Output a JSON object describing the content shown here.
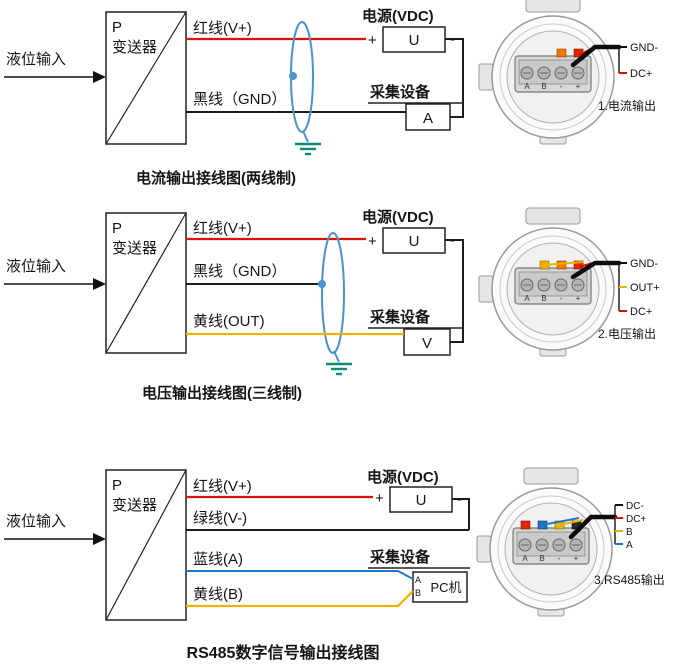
{
  "colors": {
    "red": "#e01000",
    "dark": "#1c1c1c",
    "blue": "#1e78c8",
    "yellow": "#ecb200",
    "shield": "#4a93cc",
    "ground": "#0f8a78"
  },
  "sections": [
    {
      "input_label": "液位输入",
      "transmitter": {
        "symbol": "P",
        "name": "变送器"
      },
      "wire_labels": {
        "w1": "红线(V+)",
        "w2": "黑线（GND）"
      },
      "power": {
        "title": "电源(VDC)",
        "plus": "+",
        "minus": "-",
        "unit": "U"
      },
      "collector": {
        "title": "采集设备",
        "unit": "A"
      },
      "caption": "电流输出接线图(两线制)",
      "device": {
        "terminals": [
          "A",
          "B",
          "-",
          "+"
        ],
        "labels": [
          "GND-",
          "DC+"
        ],
        "caption": "1.电流输出"
      }
    },
    {
      "input_label": "液位输入",
      "transmitter": {
        "symbol": "P",
        "name": "变送器"
      },
      "wire_labels": {
        "w1": "红线(V+)",
        "w2": "黑线（GND）",
        "w3": "黄线(OUT)"
      },
      "power": {
        "title": "电源(VDC)",
        "plus": "+",
        "minus": "-",
        "unit": "U"
      },
      "collector": {
        "title": "采集设备",
        "unit": "V"
      },
      "caption": "电压输出接线图(三线制)",
      "device": {
        "terminals": [
          "A",
          "B",
          "-",
          "+"
        ],
        "labels": [
          "GND-",
          "OUT+",
          "DC+"
        ],
        "caption": "2.电压输出"
      }
    },
    {
      "input_label": "液位输入",
      "transmitter": {
        "symbol": "P",
        "name": "变送器"
      },
      "wire_labels": {
        "w1": "红线(V+)",
        "w2": "绿线(V-)",
        "w3": "蓝线(A)",
        "w4": "黄线(B)"
      },
      "power": {
        "title": "电源(VDC)",
        "plus": "+",
        "minus": "-",
        "unit": "U"
      },
      "collector": {
        "title": "采集设备",
        "unit": "PC机",
        "terminal_a": "A",
        "terminal_b": "B"
      },
      "caption": "RS485数字信号输出接线图",
      "device": {
        "terminals": [
          "A",
          "B",
          "-",
          "+"
        ],
        "labels": [
          "DC-",
          "DC+",
          "B",
          "A"
        ],
        "caption": "3.RS485输出"
      }
    }
  ]
}
